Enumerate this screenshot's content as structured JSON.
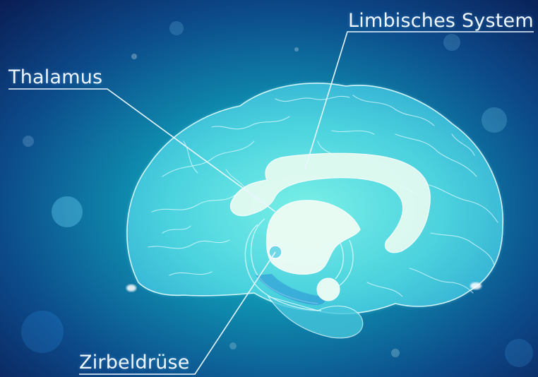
{
  "labels": {
    "limbic_system": "Limbisches System",
    "thalamus": "Thalamus",
    "pineal_gland": "Zirbeldrüse"
  },
  "colors": {
    "background_center": "#16b8c4",
    "background_edge": "#0b1f55",
    "brain_fill": "#5fe0e6",
    "brain_outline": "#d8fbff",
    "highlight_fill": "#e8fbf4",
    "leader_line": "#eaf6ff"
  }
}
